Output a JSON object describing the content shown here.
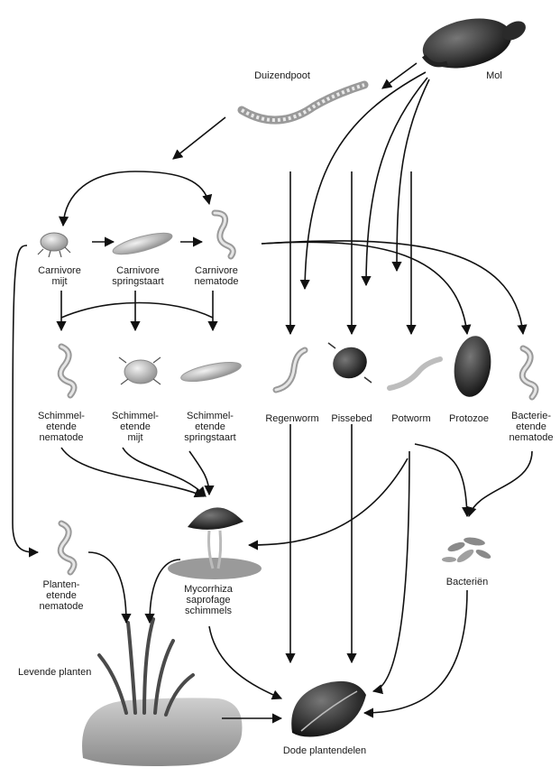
{
  "labels": {
    "mol": "Mol",
    "duizendpoot": "Duizendpoot",
    "carnivore_mijt": "Carnivore\nmijt",
    "carnivore_springstaart": "Carnivore\nspringstaart",
    "carnivore_nematode": "Carnivore\nnematode",
    "schimmel_nematode": "Schimmel-\netende\nnematode",
    "schimmel_mijt": "Schimmel-\netende\nmijt",
    "schimmel_springstaart": "Schimmel-\netende\nspringstaart",
    "regenworm": "Regenworm",
    "pissebed": "Pissebed",
    "potworm": "Potworm",
    "protozoe": "Protozoe",
    "bacterie_nematode": "Bacterie-\netende\nnematode",
    "planten_nematode": "Planten-\netende\nnematode",
    "mycorrhiza": "Mycorrhiza\nsaprofage\nschimmels",
    "bacterien": "Bacteriën",
    "levende_planten": "Levende planten",
    "dode_plantendelen": "Dode plantendelen"
  },
  "colors": {
    "arrow": "#111111",
    "organism_light": "#d9d9d9",
    "organism_mid": "#9a9a9a",
    "organism_dark": "#3a3a3a"
  }
}
